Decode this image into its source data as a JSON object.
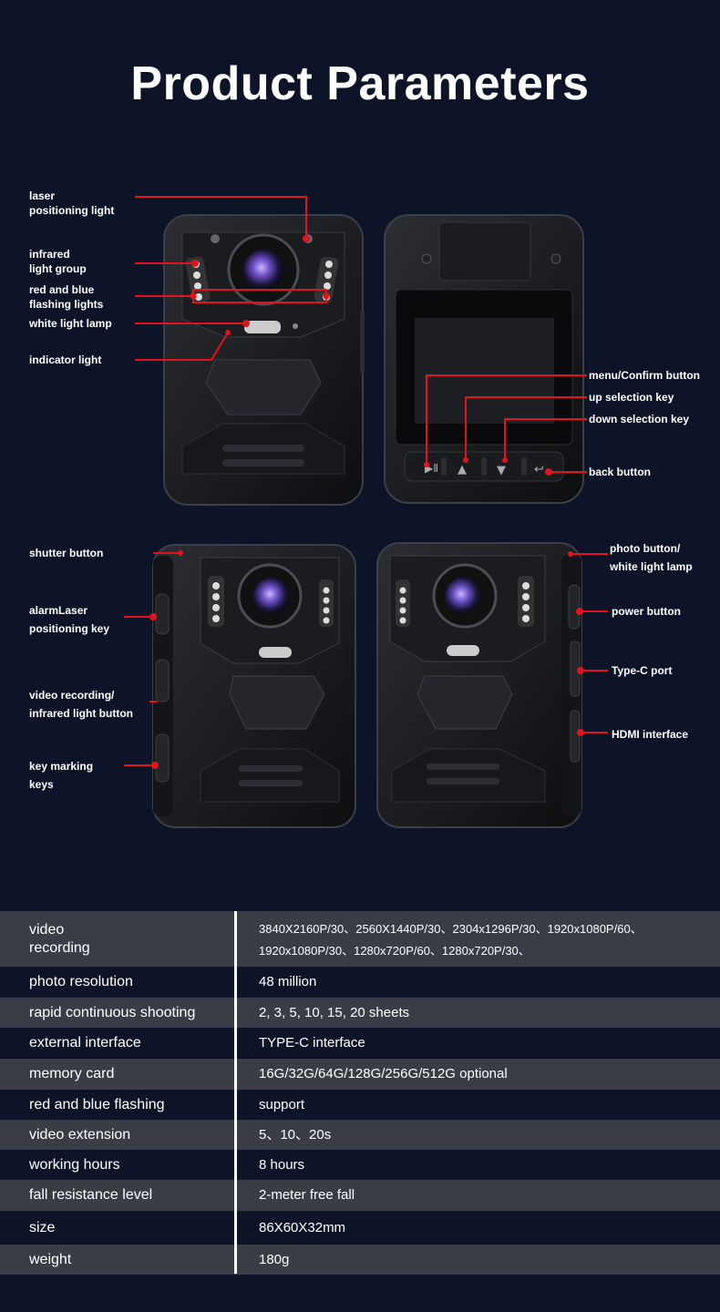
{
  "page": {
    "title": "Product Parameters"
  },
  "labels": {
    "laser": "laser\npositioning light",
    "infrared": "infrared\nlight group",
    "red_blue": "red and blue\nflashing lights",
    "white_lamp": "white light lamp",
    "indicator": "indicator light",
    "menu": "menu/Confirm button",
    "up": "up selection key",
    "down": "down selection key",
    "back": "back button",
    "shutter": "shutter button",
    "alarm": "alarmLaser\npositioning key",
    "video_rec": "video recording/\ninfrared light button",
    "key_marking": "key marking\nkeys",
    "photo": "photo button/\nwhite light lamp",
    "power": "power button",
    "typec": "Type-C port",
    "hdmi": "HDMI interface"
  },
  "specs": [
    {
      "key": "video\nrecording",
      "value": "3840X2160P/30、2560X1440P/30、2304x1296P/30、1920x1080P/60、\n1920x1080P/30、1280x720P/60、1280x720P/30、"
    },
    {
      "key": "photo resolution",
      "value": "48 million"
    },
    {
      "key": "rapid continuous shooting",
      "value": "2, 3, 5, 10, 15, 20 sheets"
    },
    {
      "key": "external interface",
      "value": "TYPE-C interface"
    },
    {
      "key": "memory card",
      "value": "16G/32G/64G/128G/256G/512G optional"
    },
    {
      "key": "red and blue flashing",
      "value": "support"
    },
    {
      "key": "video extension",
      "value": "5、10、20s"
    },
    {
      "key": "working hours",
      "value": "8 hours"
    },
    {
      "key": "fall resistance level",
      "value": "2-meter free fall"
    },
    {
      "key": "size",
      "value": "86X60X32mm"
    },
    {
      "key": "weight",
      "value": "180g"
    }
  ],
  "colors": {
    "background": "#0e1428",
    "row_gray": "#3a3d45",
    "callout_red": "#e0141e"
  }
}
